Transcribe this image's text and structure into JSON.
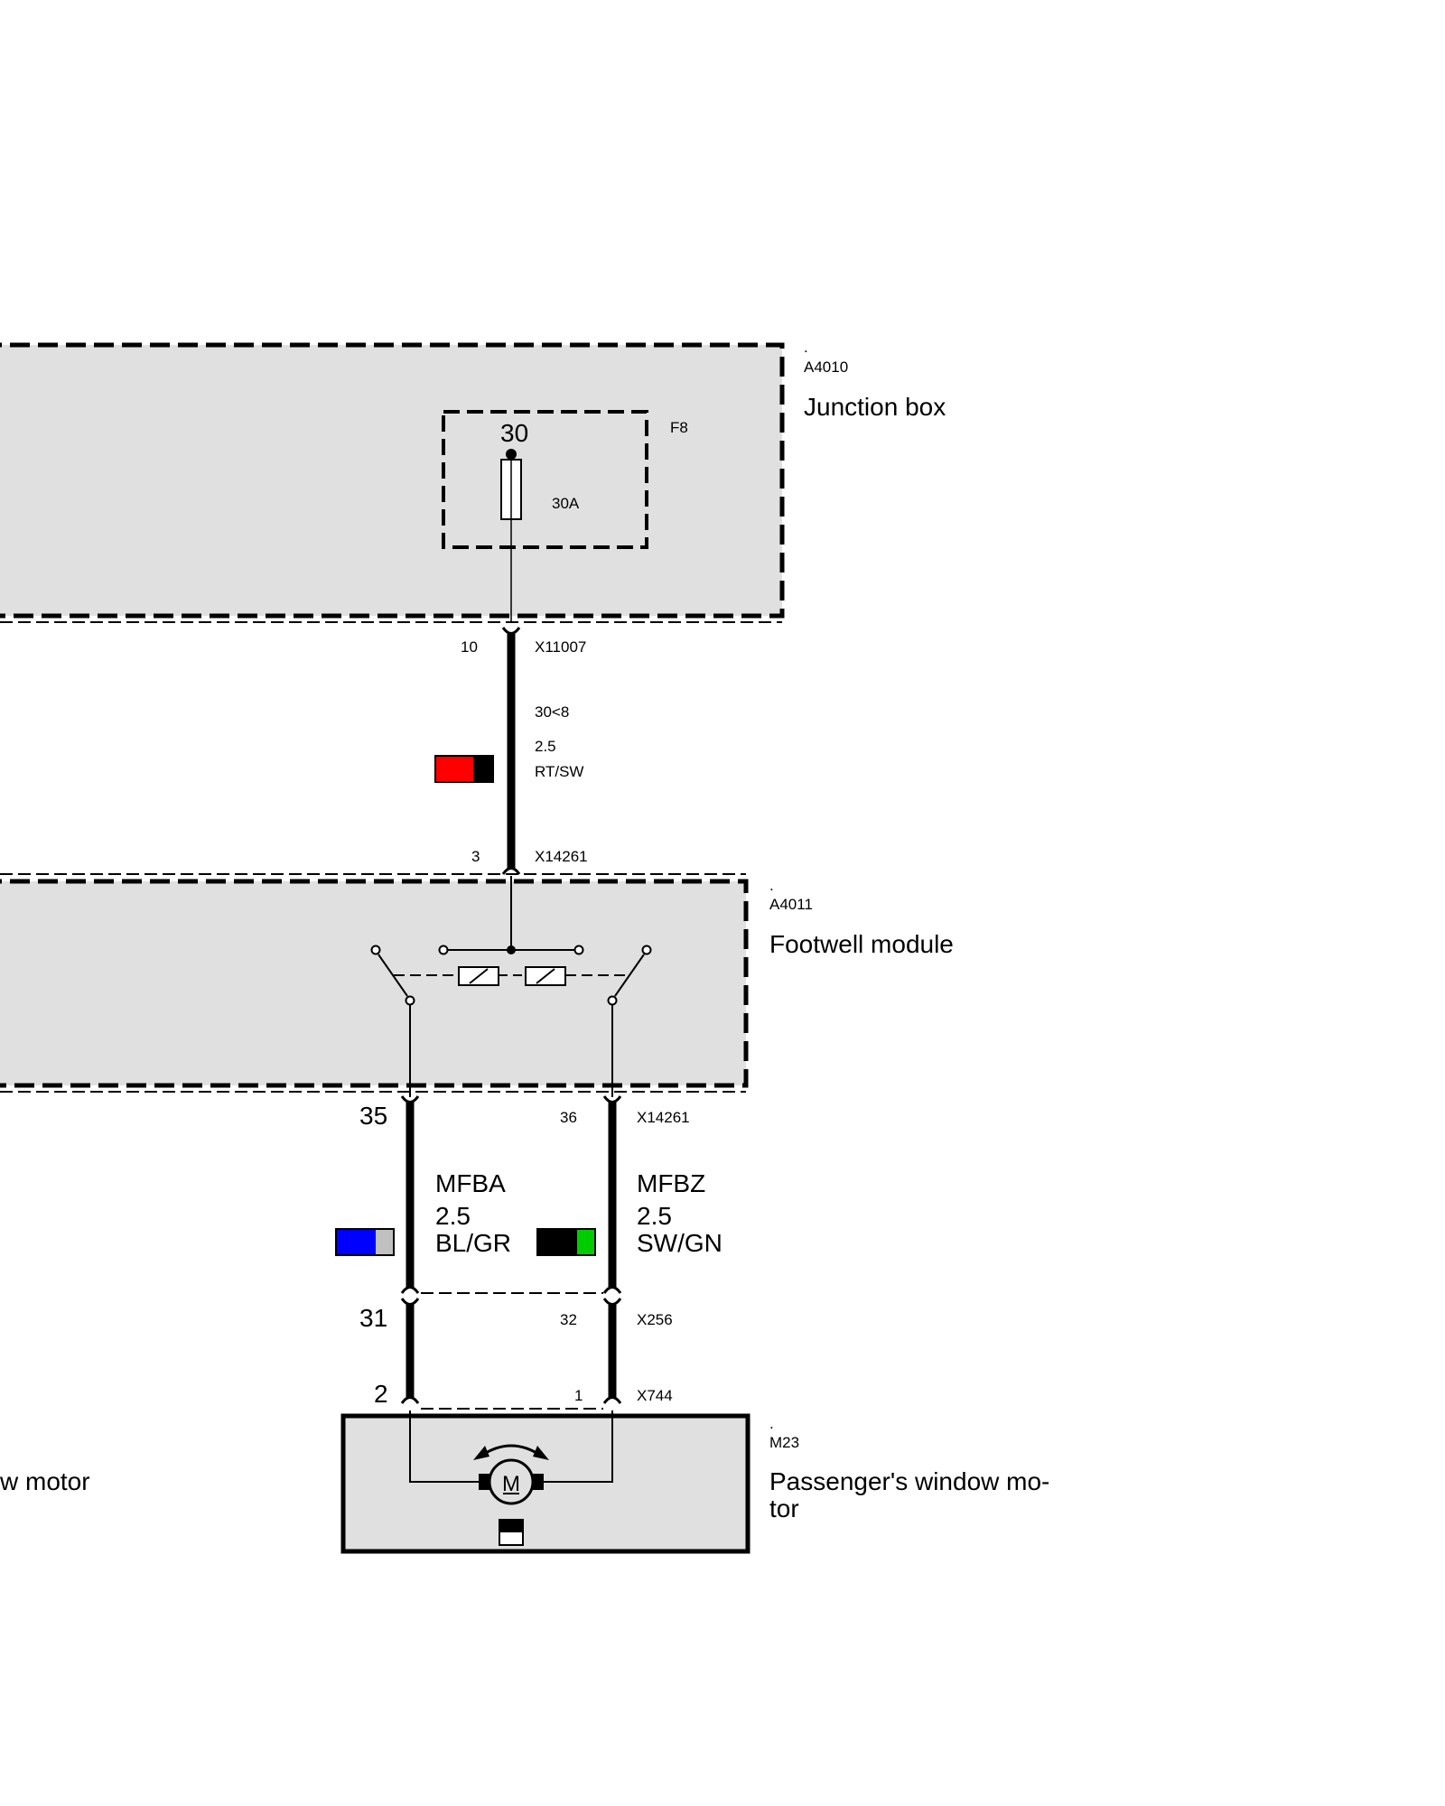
{
  "junction_box": {
    "dot": ".",
    "id": "A4010",
    "name": "Junction box",
    "fuse_id": "F8",
    "fuse_terminal": "30",
    "fuse_rating": "30A"
  },
  "wire_jb_to_fm": {
    "pin_top": "10",
    "connector_top": "X11007",
    "circuit": "30<8",
    "gauge": "2.5",
    "color": "RT/SW",
    "pin_bottom": "3",
    "connector_bottom": "X14261",
    "swatch_colors": [
      "#ff0000",
      "#000000"
    ]
  },
  "footwell_module": {
    "dot": ".",
    "id": "A4011",
    "name": "Footwell module"
  },
  "wire_left": {
    "pin_top": "35",
    "signal": "MFBA",
    "gauge": "2.5",
    "color": "BL/GR",
    "pin_mid": "31",
    "pin_bottom": "2",
    "swatch_colors": [
      "#0000ff",
      "#c0c0c0"
    ]
  },
  "wire_right": {
    "pin_top": "36",
    "connector_top": "X14261",
    "signal": "MFBZ",
    "gauge": "2.5",
    "color": "SW/GN",
    "pin_mid": "32",
    "connector_mid": "X256",
    "pin_bottom": "1",
    "connector_bottom": "X744",
    "swatch_colors": [
      "#000000",
      "#00cc00"
    ]
  },
  "motor": {
    "dot": ".",
    "id": "M23",
    "name_line1": "Passenger's window mo-",
    "name_line2": "tor",
    "symbol_letter": "M",
    "left_partial_label": "w motor"
  },
  "colors": {
    "box_fill": "#e0e0e0",
    "line": "#000000"
  }
}
